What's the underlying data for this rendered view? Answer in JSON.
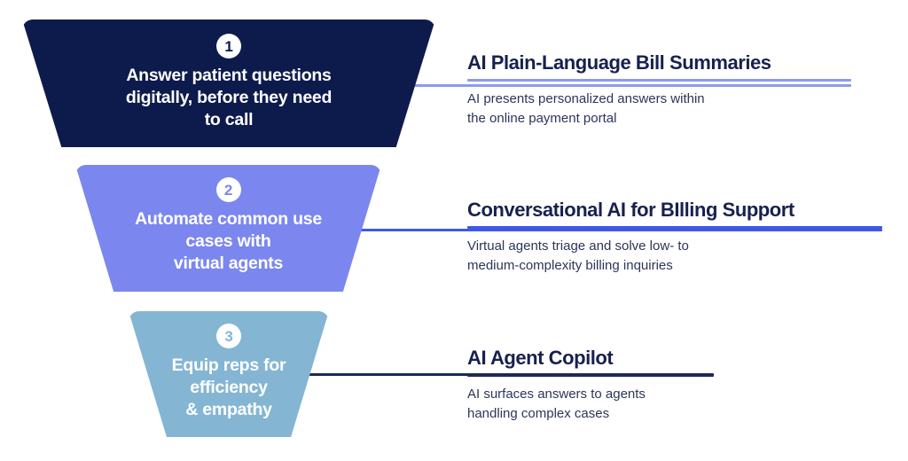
{
  "diagram": {
    "type": "funnel",
    "stages": [
      {
        "number": "1",
        "shape_label": "Answer patient questions\ndigitally, before they need\nto call",
        "heading": "AI Plain-Language Bill Summaries",
        "body": "AI presents personalized answers within\nthe online payment portal",
        "shape_color": "#0D1B4C",
        "rule_color": "#8C9AF0"
      },
      {
        "number": "2",
        "shape_label": "Automate common use\ncases with\nvirtual agents",
        "heading": "Conversational AI for BIlling Support",
        "body": "Virtual agents triage and solve low- to\nmedium-complexity billing inquiries",
        "shape_color": "#7B87EE",
        "rule_color": "#4058E8"
      },
      {
        "number": "3",
        "shape_label": "Equip reps for\nefficiency\n& empathy",
        "heading": "AI Agent Copilot",
        "body": "AI surfaces answers to agents\nhandling complex cases",
        "shape_color": "#84B6D4",
        "rule_color": "#1C2A56"
      }
    ]
  },
  "palette": {
    "background": "#FFFFFF",
    "heading_text": "#17214E",
    "body_text": "#2C3559",
    "shape_text": "#FFFFFF",
    "badge_background": "#FFFFFF"
  }
}
